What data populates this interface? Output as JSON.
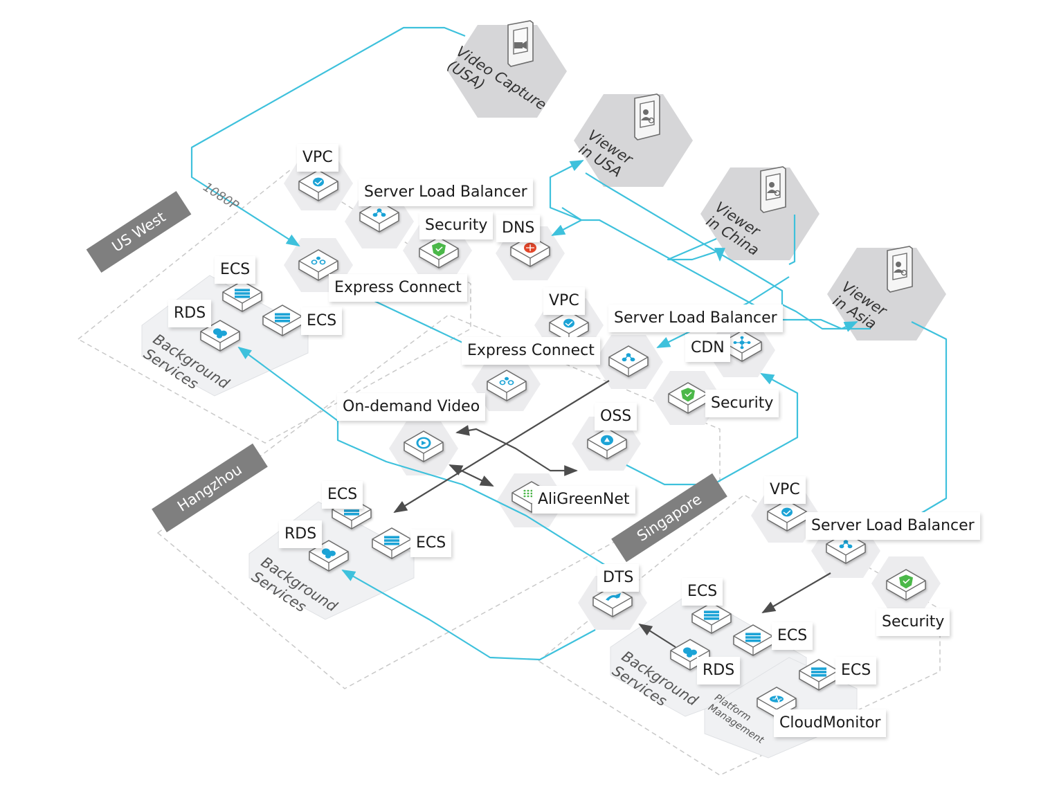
{
  "regions": [
    {
      "id": "us-west",
      "label": "US West"
    },
    {
      "id": "hangzhou",
      "label": "Hangzhou"
    },
    {
      "id": "singapore",
      "label": "Singapore"
    }
  ],
  "clients": [
    {
      "id": "video-capture",
      "label": "Video Capture\n(USA)",
      "icon": "video-camera-icon"
    },
    {
      "id": "viewer-usa",
      "label": "Viewer\nin USA",
      "icon": "viewer-device-icon"
    },
    {
      "id": "viewer-china",
      "label": "Viewer\nin China",
      "icon": "viewer-device-icon"
    },
    {
      "id": "viewer-asia",
      "label": "Viewer\nin Asia",
      "icon": "viewer-device-icon"
    }
  ],
  "stream_label": "1080P",
  "groups": {
    "us_west_bg": "Background\nServices",
    "hangzhou_bg": "Background\nServices",
    "singapore_bg": "Background\nServices",
    "singapore_pm": "Platform\nManagement"
  },
  "services": [
    {
      "id": "usw-vpc",
      "label": "VPC",
      "icon": "vpc-icon"
    },
    {
      "id": "usw-slb",
      "label": "Server Load Balancer",
      "icon": "load-balancer-icon"
    },
    {
      "id": "usw-security",
      "label": "Security",
      "icon": "security-shield-icon"
    },
    {
      "id": "dns",
      "label": "DNS",
      "icon": "dns-icon"
    },
    {
      "id": "usw-express",
      "label": "Express Connect",
      "icon": "express-connect-icon"
    },
    {
      "id": "usw-ecs1",
      "label": "ECS",
      "icon": "ecs-server-icon"
    },
    {
      "id": "usw-ecs2",
      "label": "ECS",
      "icon": "ecs-server-icon"
    },
    {
      "id": "usw-rds",
      "label": "RDS",
      "icon": "rds-database-icon"
    },
    {
      "id": "hz-vpc",
      "label": "VPC",
      "icon": "vpc-icon"
    },
    {
      "id": "hz-slb",
      "label": "Server Load Balancer",
      "icon": "load-balancer-icon"
    },
    {
      "id": "hz-express",
      "label": "Express Connect",
      "icon": "express-connect-icon"
    },
    {
      "id": "cdn",
      "label": "CDN",
      "icon": "cdn-icon"
    },
    {
      "id": "hz-security",
      "label": "Security",
      "icon": "security-shield-icon"
    },
    {
      "id": "vod",
      "label": "On-demand Video",
      "icon": "video-on-demand-icon"
    },
    {
      "id": "oss",
      "label": "OSS",
      "icon": "oss-storage-icon"
    },
    {
      "id": "aligreennet",
      "label": "AliGreenNet",
      "icon": "aligreennet-icon"
    },
    {
      "id": "hz-ecs1",
      "label": "ECS",
      "icon": "ecs-server-icon"
    },
    {
      "id": "hz-ecs2",
      "label": "ECS",
      "icon": "ecs-server-icon"
    },
    {
      "id": "hz-rds",
      "label": "RDS",
      "icon": "rds-database-icon"
    },
    {
      "id": "sg-vpc",
      "label": "VPC",
      "icon": "vpc-icon"
    },
    {
      "id": "sg-slb",
      "label": "Server Load Balancer",
      "icon": "load-balancer-icon"
    },
    {
      "id": "sg-security",
      "label": "Security",
      "icon": "security-shield-icon"
    },
    {
      "id": "dts",
      "label": "DTS",
      "icon": "dts-icon"
    },
    {
      "id": "sg-ecs1",
      "label": "ECS",
      "icon": "ecs-server-icon"
    },
    {
      "id": "sg-ecs2",
      "label": "ECS",
      "icon": "ecs-server-icon"
    },
    {
      "id": "sg-rds",
      "label": "RDS",
      "icon": "rds-database-icon"
    },
    {
      "id": "sg-ecs3",
      "label": "ECS",
      "icon": "ecs-server-icon"
    },
    {
      "id": "cloudmonitor",
      "label": "CloudMonitor",
      "icon": "cloudmonitor-icon"
    }
  ],
  "colors": {
    "flow_line": "#3ec1dc",
    "data_arrow": "#4d4d4d",
    "region_tag": "#7f7f7f",
    "zone_border": "#c8c8c8",
    "hex_fill": "#ececee",
    "client_fill": "#d6d6d8",
    "icon_blue": "#1aa3d6",
    "icon_green": "#4cb848",
    "icon_red": "#e2462c"
  }
}
